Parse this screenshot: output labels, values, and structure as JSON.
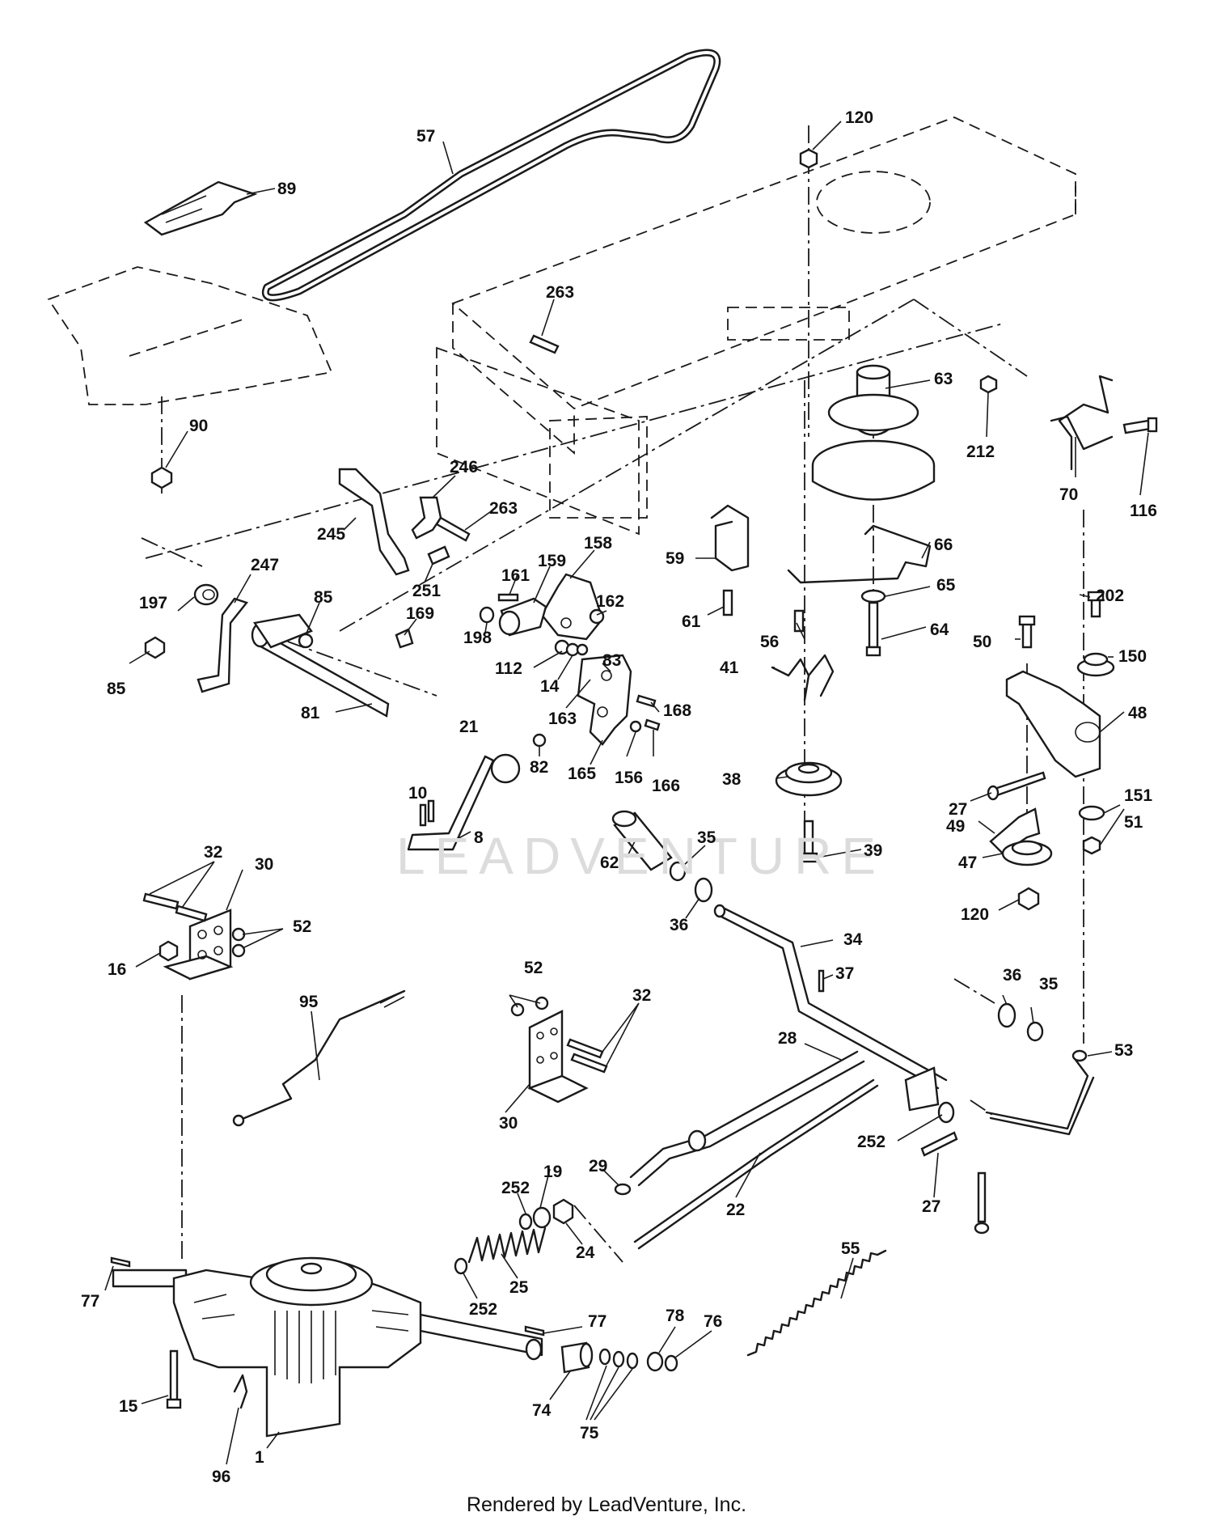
{
  "watermark": "LEADVENTURE",
  "footer": "Rendered by LeadVenture, Inc.",
  "callouts": [
    "57",
    "89",
    "120",
    "263",
    "90",
    "246",
    "263",
    "245",
    "251",
    "158",
    "159",
    "161",
    "162",
    "198",
    "169",
    "197",
    "247",
    "85",
    "85",
    "81",
    "112",
    "14",
    "83",
    "163",
    "168",
    "21",
    "82",
    "165",
    "156",
    "166",
    "10",
    "8",
    "59",
    "61",
    "63",
    "212",
    "70",
    "116",
    "66",
    "65",
    "64",
    "56",
    "41",
    "38",
    "39",
    "202",
    "50",
    "150",
    "48",
    "27",
    "151",
    "51",
    "49",
    "47",
    "120",
    "62",
    "35",
    "36",
    "34",
    "37",
    "32",
    "30",
    "52",
    "16",
    "95",
    "52",
    "32",
    "30",
    "28",
    "36",
    "35",
    "53",
    "252",
    "27",
    "29",
    "22",
    "19",
    "252",
    "24",
    "25",
    "252",
    "77",
    "77",
    "78",
    "76",
    "55",
    "15",
    "96",
    "1",
    "74",
    "75"
  ]
}
